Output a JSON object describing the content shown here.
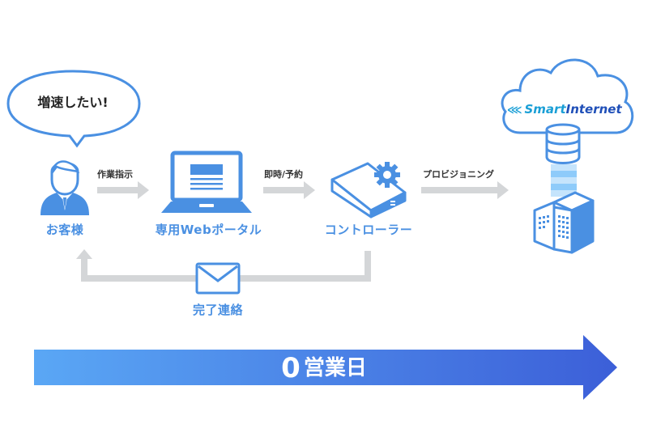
{
  "speech_bubble": {
    "text": "増速したい!"
  },
  "nodes": {
    "customer": {
      "label": "お客様",
      "icon": "person-icon"
    },
    "portal": {
      "label": "専用Webポータル",
      "icon": "laptop-icon"
    },
    "controller": {
      "label": "コントローラー",
      "icon": "controller-gear-icon"
    },
    "cloud": {
      "logo_prefix": "Smart",
      "logo_suffix": "Internet",
      "icon": "cloud-database-building-icon"
    }
  },
  "arrows": {
    "step1": "作業指示",
    "step2": "即時/予約",
    "step3": "プロビジョニング",
    "return": "完了連絡"
  },
  "timeline": {
    "number": "0",
    "unit": "営業日"
  },
  "colors": {
    "accent": "#4a90e2",
    "arrow_gray": "#d4d6d8",
    "timeline_start": "#5aa7f5",
    "timeline_end": "#3c5fd8",
    "logo_dark": "#1f4fb8",
    "logo_light": "#1a9fd6"
  }
}
